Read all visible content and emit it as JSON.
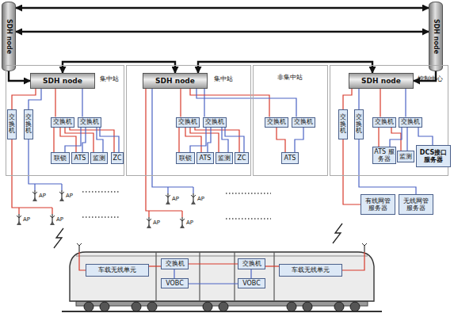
{
  "diagram": {
    "nodes": [
      {
        "text": [
          "SDH node"
        ]
      },
      {
        "text": [
          "SDH node"
        ]
      },
      {
        "text": [
          "集中站"
        ]
      },
      {
        "text": [
          "SDH node"
        ],
        "in": 2
      },
      {
        "text": [
          "交换机"
        ],
        "in": 2
      },
      {
        "text": [
          "交换机"
        ],
        "in": 2
      },
      {
        "text": [
          "交换机"
        ],
        "in": 2
      },
      {
        "text": [
          "交换机"
        ],
        "in": 2
      },
      {
        "text": [
          "联锁"
        ],
        "in": 2
      },
      {
        "text": [
          "ATS"
        ],
        "in": 2
      },
      {
        "text": [
          "监测"
        ],
        "in": 2
      },
      {
        "text": [
          "ZC"
        ],
        "in": 2
      },
      {
        "text": [
          "集中站"
        ]
      },
      {
        "text": [
          "SDH node"
        ],
        "in": 12
      },
      {
        "text": [
          "交换机"
        ],
        "in": 12
      },
      {
        "text": [
          "交换机"
        ],
        "in": 12
      },
      {
        "text": [
          "联锁"
        ],
        "in": 12
      },
      {
        "text": [
          "ATS"
        ],
        "in": 12
      },
      {
        "text": [
          "监测"
        ],
        "in": 12
      },
      {
        "text": [
          "ZC"
        ],
        "in": 12
      },
      {
        "text": [
          "非集中站"
        ]
      },
      {
        "text": [
          "交换机"
        ],
        "in": 20
      },
      {
        "text": [
          "交换机"
        ],
        "in": 20
      },
      {
        "text": [
          "ATS"
        ],
        "in": 20
      },
      {
        "text": [
          "控制中心"
        ]
      },
      {
        "text": [
          "SDH node"
        ],
        "in": 24
      },
      {
        "text": [
          "交换机"
        ],
        "in": 24
      },
      {
        "text": [
          "交换机"
        ],
        "in": 24
      },
      {
        "text": [
          "交换机"
        ],
        "in": 24
      },
      {
        "text": [
          "交换机"
        ],
        "in": 24
      },
      {
        "text": [
          "ATS 服务器"
        ],
        "in": 24
      },
      {
        "text": [
          "监测"
        ],
        "in": 24
      },
      {
        "text": [
          "DCS接口 服务器"
        ]
      },
      {
        "text": [
          "有线网管 服务器"
        ]
      },
      {
        "text": [
          "无线网管 服务器"
        ]
      },
      {
        "text": [
          "车载无线单元"
        ]
      },
      {
        "text": [
          "交换机"
        ]
      },
      {
        "text": [
          "VOBC"
        ]
      },
      {
        "text": [
          "交换机"
        ]
      },
      {
        "text": [
          "VOBC"
        ]
      },
      {
        "text": [
          "车载无线单元"
        ]
      }
    ],
    "edges": [
      {
        "from": 0,
        "to": 1,
        "arrow": "both"
      },
      {
        "from": 0,
        "to": 1,
        "arrow": "both"
      },
      {
        "from": 0,
        "to": 3,
        "arrow": "to"
      },
      {
        "from": 3,
        "to": 13,
        "arrow": "both"
      },
      {
        "from": 13,
        "to": 25,
        "arrow": "both"
      },
      {
        "from": 1,
        "to": 25,
        "arrow": "to"
      },
      {
        "from": 3,
        "to": 4,
        "arrow": "none"
      },
      {
        "from": 3,
        "to": 5,
        "arrow": "none"
      },
      {
        "from": 3,
        "to": 6,
        "arrow": "none"
      },
      {
        "from": 3,
        "to": 7,
        "arrow": "none"
      },
      {
        "from": 6,
        "to": 8,
        "arrow": "none"
      },
      {
        "from": 6,
        "to": 9,
        "arrow": "none"
      },
      {
        "from": 6,
        "to": 10,
        "arrow": "none"
      },
      {
        "from": 6,
        "to": 11,
        "arrow": "none"
      },
      {
        "from": 7,
        "to": 8,
        "arrow": "none"
      },
      {
        "from": 7,
        "to": 9,
        "arrow": "none"
      },
      {
        "from": 7,
        "to": 10,
        "arrow": "none"
      },
      {
        "from": 7,
        "to": 11,
        "arrow": "none"
      },
      {
        "from": 13,
        "to": 14,
        "arrow": "none"
      },
      {
        "from": 13,
        "to": 15,
        "arrow": "none"
      },
      {
        "from": 14,
        "to": 16,
        "arrow": "none"
      },
      {
        "from": 14,
        "to": 17,
        "arrow": "none"
      },
      {
        "from": 14,
        "to": 18,
        "arrow": "none"
      },
      {
        "from": 14,
        "to": 19,
        "arrow": "none"
      },
      {
        "from": 15,
        "to": 16,
        "arrow": "none"
      },
      {
        "from": 15,
        "to": 17,
        "arrow": "none"
      },
      {
        "from": 15,
        "to": 18,
        "arrow": "none"
      },
      {
        "from": 15,
        "to": 19,
        "arrow": "none"
      },
      {
        "from": 13,
        "to": 21,
        "arrow": "none"
      },
      {
        "from": 13,
        "to": 22,
        "arrow": "none"
      },
      {
        "from": 21,
        "to": 23,
        "arrow": "none"
      },
      {
        "from": 22,
        "to": 23,
        "arrow": "none"
      },
      {
        "from": 25,
        "to": 26,
        "arrow": "none"
      },
      {
        "from": 25,
        "to": 27,
        "arrow": "none"
      },
      {
        "from": 25,
        "to": 28,
        "arrow": "none"
      },
      {
        "from": 25,
        "to": 29,
        "arrow": "none"
      },
      {
        "from": 28,
        "to": 30,
        "arrow": "none"
      },
      {
        "from": 28,
        "to": 31,
        "arrow": "none"
      },
      {
        "from": 29,
        "to": 30,
        "arrow": "none"
      },
      {
        "from": 29,
        "to": 31,
        "arrow": "none"
      },
      {
        "from": 29,
        "to": 32,
        "arrow": "none"
      },
      {
        "from": 26,
        "to": 33,
        "arrow": "none"
      },
      {
        "from": 27,
        "to": 34,
        "arrow": "none"
      },
      {
        "from": 35,
        "to": 36,
        "arrow": "none"
      },
      {
        "from": 36,
        "to": 37,
        "arrow": "none"
      },
      {
        "from": 36,
        "to": 38,
        "arrow": "none"
      },
      {
        "from": 38,
        "to": 39,
        "arrow": "none"
      },
      {
        "from": 38,
        "to": 40,
        "arrow": "none"
      },
      {
        "from": 37,
        "to": 39,
        "arrow": "none"
      }
    ],
    "labels": [
      "AP",
      "AP",
      "AP",
      "AP",
      "AP",
      "AP",
      "AP",
      "AP"
    ]
  }
}
